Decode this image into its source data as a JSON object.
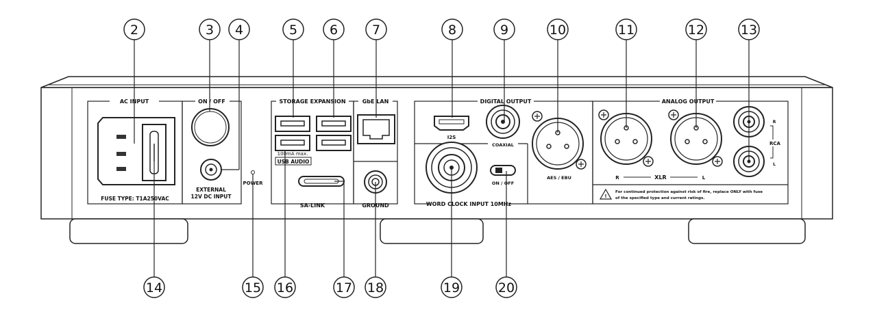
{
  "callouts": {
    "c2": "2",
    "c3": "3",
    "c4": "4",
    "c5": "5",
    "c6": "6",
    "c7": "7",
    "c8": "8",
    "c9": "9",
    "c10": "10",
    "c11": "11",
    "c12": "12",
    "c13": "13",
    "c14": "14",
    "c15": "15",
    "c16": "16",
    "c17": "17",
    "c18": "18",
    "c19": "19",
    "c20": "20"
  },
  "panel_labels": {
    "ac_input": "AC INPUT",
    "on_off": "ON / OFF",
    "fuse_type": "FUSE TYPE: T1A250VAC",
    "external_line1": "EXTERNAL",
    "external_line2": "12V DC INPUT",
    "power": "POWER",
    "storage_expansion": "STORAGE EXPANSION",
    "gbe_lan": "GbE LAN",
    "usb_max": "100mA max.",
    "usb_audio": "USB AUDIO",
    "sa_link": "SA-LINK",
    "ground": "GROUND",
    "digital_output": "DIGITAL OUTPUT",
    "i2s": "I2S",
    "coaxial": "COAXIAL",
    "aes_ebu": "AES / EBU",
    "on_off_switch": "ON / OFF",
    "word_clock": "WORD CLOCK INPUT 10MHz",
    "analog_output": "ANALOG OUTPUT",
    "xlr_r": "R",
    "xlr": "XLR",
    "xlr_l": "L",
    "rca": "RCA",
    "rca_r": "R",
    "rca_l": "L",
    "warning_line1": "For continued protection against risk of fire, replace ONLY with fuse",
    "warning_line2": "of the specified type and current ratings."
  }
}
